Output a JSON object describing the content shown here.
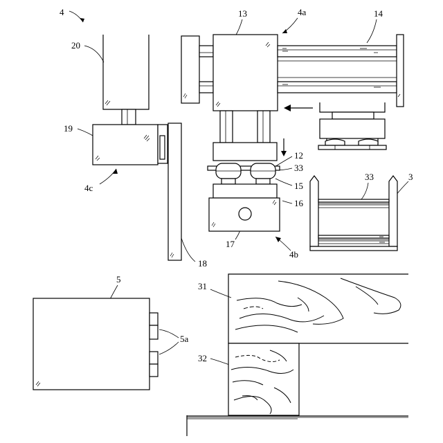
{
  "figure": {
    "labels": {
      "machine": "4",
      "column": "20",
      "upper_unit": "4a",
      "head_13": "13",
      "rail_14": "14",
      "head_19": "19",
      "unit_4c": "4c",
      "plate_12": "12",
      "sheet_33_a": "33",
      "tool_15": "15",
      "block_16": "16",
      "hole_17": "17",
      "unit_4b": "4b",
      "post_18": "18",
      "tray_33": "33",
      "tray_3": "3",
      "box_5": "5",
      "ports_5a": "5a",
      "board_31": "31",
      "board_32": "32"
    }
  }
}
